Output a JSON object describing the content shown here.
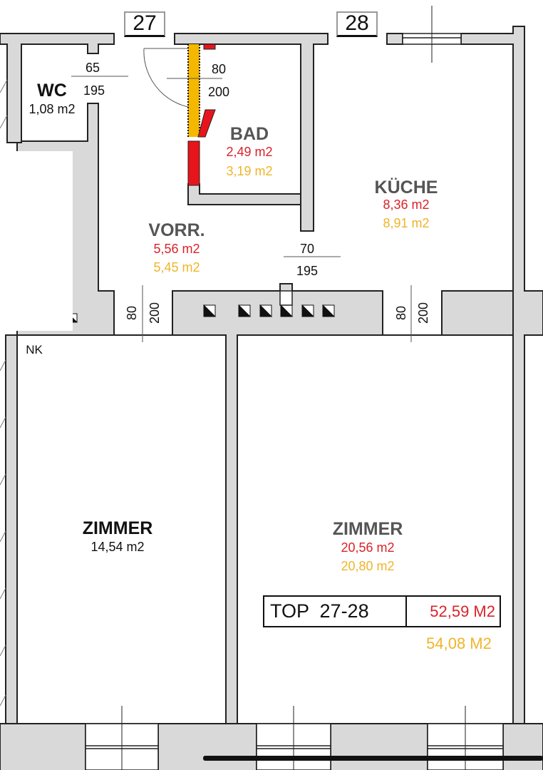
{
  "colors": {
    "wall_fill": "#d9d9d9",
    "wall_stroke": "#222222",
    "area_net": "#d9232a",
    "area_gross": "#f0b429",
    "title_grey": "#555555",
    "text_dark": "#111111",
    "demolish_red": "#e8141b",
    "new_yellow": "#f5b800"
  },
  "unit_numbers": [
    {
      "label": "27"
    },
    {
      "label": "28"
    }
  ],
  "rooms": {
    "wc": {
      "title": "WC",
      "area": "1,08 m2"
    },
    "bad": {
      "title": "BAD",
      "area_red": "2,49 m2",
      "area_yellow": "3,19 m2"
    },
    "kueche": {
      "title": "KÜCHE",
      "area_red": "8,36 m2",
      "area_yellow": "8,91 m2"
    },
    "vorr": {
      "title": "VORR.",
      "area_red": "5,56 m2",
      "area_yellow": "5,45 m2"
    },
    "zimmer_left": {
      "title": "ZIMMER",
      "area": "14,54 m2"
    },
    "zimmer_right": {
      "title": "ZIMMER",
      "area_red": "20,56 m2",
      "area_yellow": "20,80 m2"
    },
    "nk": {
      "title": "NK"
    }
  },
  "door_dimensions": {
    "wc_door": {
      "width": "65",
      "height": "195"
    },
    "bad_door": {
      "width": "80",
      "height": "200"
    },
    "kitchen_door": {
      "width": "70",
      "height": "195"
    },
    "left_room_door": {
      "width": "80",
      "height": "200"
    },
    "right_room_door": {
      "width": "80",
      "height": "200"
    }
  },
  "summary": {
    "label": "TOP  27-28",
    "area_red": "52,59 M2",
    "area_yellow": "54,08 M2"
  },
  "icons": {
    "vent": "chimney-vent-icon",
    "door_swing": "door-swing-arc-icon",
    "window": "window-icon"
  }
}
